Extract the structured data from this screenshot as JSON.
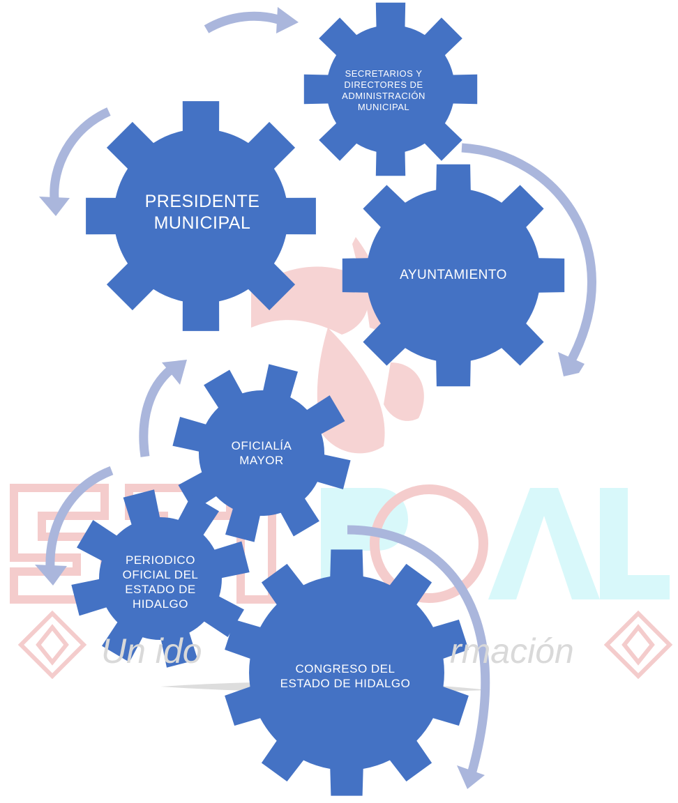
{
  "colors": {
    "gear": "#4472c4",
    "arrow": "#aab6dc",
    "watermark_red": "#f4cccc",
    "watermark_cyan": "#d8f8fa",
    "watermark_gray": "#d9d9d9"
  },
  "watermark": {
    "left_text": "Un ido",
    "right_text": "rmación"
  },
  "gears": [
    {
      "id": "secretarios",
      "lines": [
        "SECRETARIOS Y",
        "DIRECTORES DE",
        "ADMINISTRACIÓN",
        "MUNICIPAL"
      ]
    },
    {
      "id": "presidente",
      "lines": [
        "PRESIDENTE",
        "MUNICIPAL"
      ]
    },
    {
      "id": "ayuntamiento",
      "lines": [
        "AYUNTAMIENTO"
      ]
    },
    {
      "id": "oficialia",
      "lines": [
        "OFICIALÍA",
        "MAYOR"
      ]
    },
    {
      "id": "periodico",
      "lines": [
        "PERIODICO",
        "OFICIAL DEL",
        "ESTADO DE",
        "HIDALGO"
      ]
    },
    {
      "id": "congreso",
      "lines": [
        "CONGRESO DEL",
        "ESTADO DE HIDALGO"
      ]
    }
  ]
}
